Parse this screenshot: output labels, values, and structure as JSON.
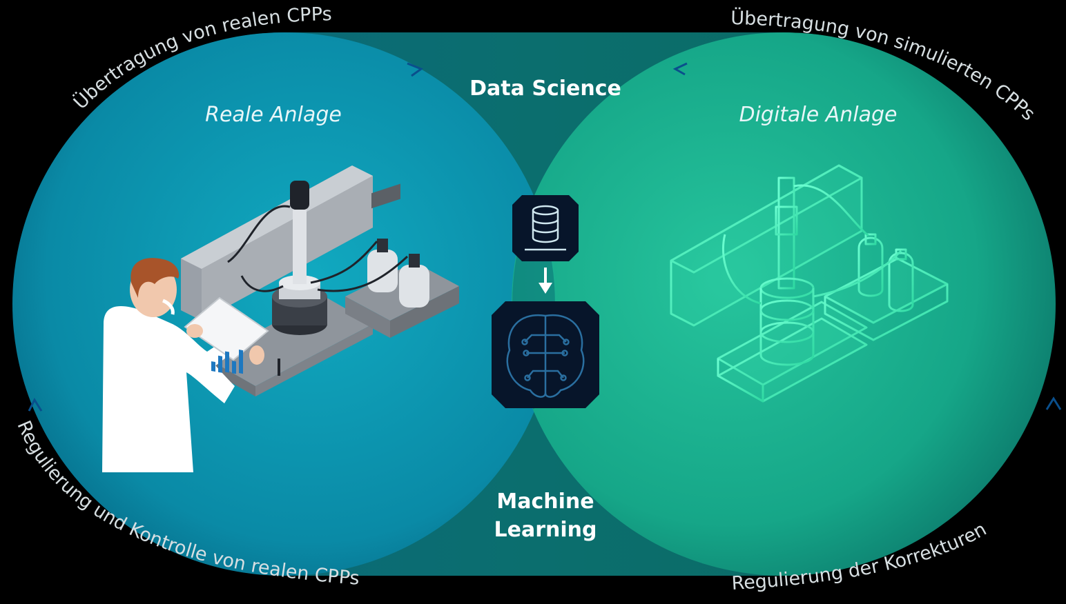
{
  "diagram": {
    "left_panel": {
      "title": "Reale Anlage"
    },
    "right_panel": {
      "title": "Digitale Anlage"
    },
    "center": {
      "top_label": "Data Science",
      "bottom_label_line1": "Machine",
      "bottom_label_line2": "Learning"
    },
    "arcs": {
      "top_left": "Übertragung von realen CPPs",
      "top_right": "Übertragung von simulierten CPPs",
      "bottom_left": "Regulierung und Kontrolle von realen CPPs",
      "bottom_right": "Regulierung der Korrekturen"
    },
    "colors": {
      "background": "#000000",
      "left_circle": "#0e9fb6",
      "right_circle": "#1fbf98",
      "capsule": "#0b6e72",
      "icon_tile": "#07152a",
      "digital_wireframe": "#4ff5c0"
    },
    "icons": [
      "database-icon",
      "arrow-down-icon",
      "brain-circuit-icon",
      "scientist-illustration",
      "lab-reactor-illustration",
      "digital-twin-illustration"
    ]
  }
}
